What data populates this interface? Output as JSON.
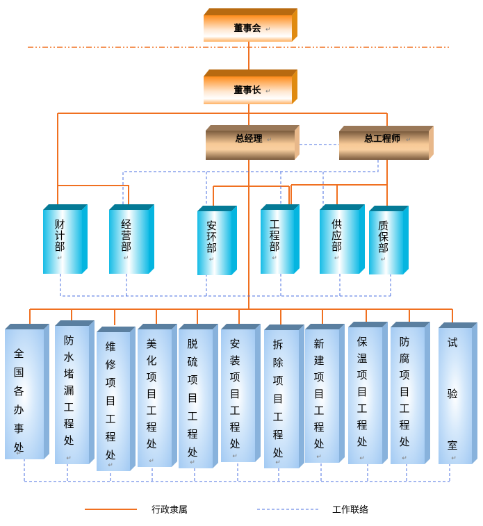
{
  "title": "组织机构图",
  "colors": {
    "admin_line": "#f07020",
    "work_line": "#4a6fe0",
    "board_box": "#ff9a3c",
    "exec_box": "#c8a070",
    "dept_box": "#19c2ea",
    "office_box": "#a6ccf4"
  },
  "board": {
    "label": "董事会"
  },
  "chairman": {
    "label": "董事长"
  },
  "executives": [
    {
      "id": "gm",
      "label": "总经理"
    },
    {
      "id": "ce",
      "label": "总工程师"
    }
  ],
  "departments": [
    {
      "label": "财计部",
      "reports_to": "chairman"
    },
    {
      "label": "经营部",
      "reports_to": "chairman"
    },
    {
      "label": "安环部",
      "reports_to": "gm"
    },
    {
      "label": "工程部",
      "reports_to": "gm,ce"
    },
    {
      "label": "供应部",
      "reports_to": "ce"
    },
    {
      "label": "质保部",
      "reports_to": "ce"
    }
  ],
  "offices": [
    {
      "label": "全国各办事处"
    },
    {
      "label": "防水堵漏工程处"
    },
    {
      "label": "维修项目工程处"
    },
    {
      "label": "美化项目工程处"
    },
    {
      "label": "脱硫项目工程处"
    },
    {
      "label": "安装项目工程处"
    },
    {
      "label": "拆除项目工程处"
    },
    {
      "label": "新建项目工程处"
    },
    {
      "label": "保温项目工程处"
    },
    {
      "label": "防腐项目工程处"
    },
    {
      "label": "试验室"
    }
  ],
  "legend": [
    {
      "style": "solid",
      "label": "行政隶属"
    },
    {
      "style": "dashed",
      "label": "工作联络"
    }
  ]
}
